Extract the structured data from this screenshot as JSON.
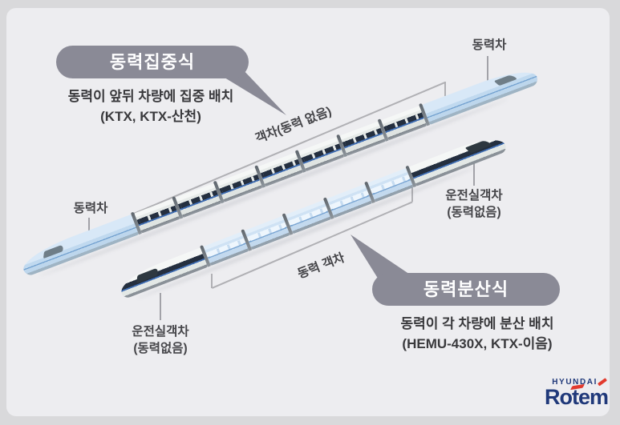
{
  "diagram": {
    "concentrated": {
      "title": "동력집중식",
      "description": "동력이 앞뒤 차량에 집중 배치",
      "examples": "(KTX, KTX-산천)",
      "label_power_car_front": "동력차",
      "label_power_car_rear": "동력차",
      "label_passenger_cars": "객차(동력 없음)"
    },
    "distributed": {
      "title": "동력분산식",
      "description": "동력이 각 차량에 분산 배치",
      "examples": "(HEMU-430X, KTX-이음)",
      "label_powered_cars": "동력 객차",
      "label_cab_front_line1": "운전실객차",
      "label_cab_front_line2": "(동력없음)",
      "label_cab_rear_line1": "운전실객차",
      "label_cab_rear_line2": "(동력없음)"
    },
    "logo": {
      "company": "HYUNDAI",
      "wordmark": "Rotem"
    },
    "trains": {
      "concentrated": {
        "middle_car_count": 7,
        "middle_car_style": "white",
        "middle_car_name": "passenger-car"
      },
      "distributed": {
        "middle_car_count": 5,
        "middle_car_style": "blue",
        "middle_car_name": "powered-passenger-car"
      }
    },
    "colors": {
      "bubble_gray": "#8a8a96",
      "card_bg": "#ededf0",
      "page_bg": "#d9d9db",
      "power_car_blue": "#c3dcf0",
      "passenger_car_white": "#e9edec",
      "logo_navy": "#20397a",
      "logo_red": "#e23a2e"
    }
  }
}
